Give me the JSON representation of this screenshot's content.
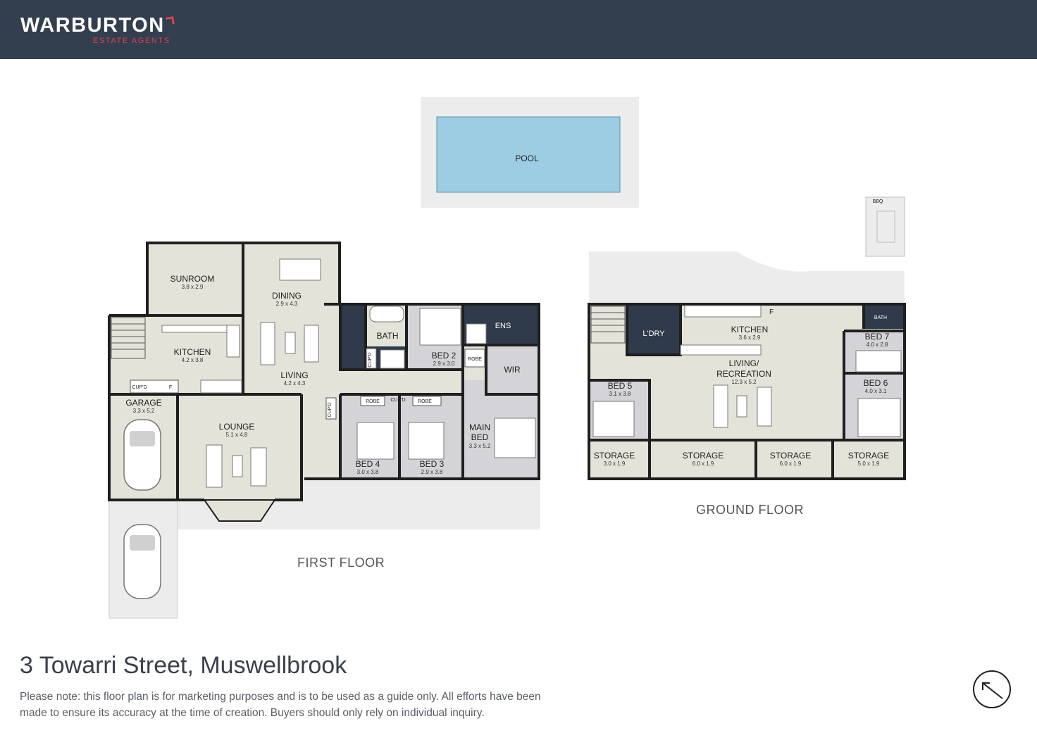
{
  "header": {
    "brand": "WARBURTON",
    "brand_sub": "ESTATE AGENTS",
    "background": "#333f4f",
    "accent": "#d9424f"
  },
  "colors": {
    "room_fill": "#e3e3da",
    "room_fill_grey": "#d4d4d8",
    "wet_area": "#2f3a4b",
    "wall": "#1f1f1f",
    "outdoor": "#ececec",
    "pool": "#9ccde3"
  },
  "pool": {
    "label": "POOL"
  },
  "first_floor": {
    "label": "FIRST FLOOR",
    "rooms": [
      {
        "name": "SUNROOM",
        "dims": "3.8 x 2.9"
      },
      {
        "name": "DINING",
        "dims": "2.9 x 4.3"
      },
      {
        "name": "KITCHEN",
        "dims": "4.2 x 3.8"
      },
      {
        "name": "LIVING",
        "dims": "4.2 x 4.3"
      },
      {
        "name": "BATH",
        "dims": ""
      },
      {
        "name": "BED 2",
        "dims": "2.9 x 3.0"
      },
      {
        "name": "ENS",
        "dims": ""
      },
      {
        "name": "ROBE",
        "dims": ""
      },
      {
        "name": "WIR",
        "dims": ""
      },
      {
        "name": "GARAGE",
        "dims": "3.3 x 5.2"
      },
      {
        "name": "LOUNGE",
        "dims": "5.1 x 4.8"
      },
      {
        "name": "BED 4",
        "dims": "3.0 x 3.8"
      },
      {
        "name": "BED 3",
        "dims": "2.9 x 3.8"
      },
      {
        "name": "MAIN BED",
        "dims": "3.3 x 5.2"
      }
    ],
    "small_labels": [
      "CUP'D",
      "F",
      "CUP'D",
      "ROBE",
      "CUP'D",
      "ROBE",
      "CUP'D"
    ]
  },
  "ground_floor": {
    "label": "GROUND FLOOR",
    "rooms": [
      {
        "name": "L'DRY",
        "dims": ""
      },
      {
        "name": "KITCHEN",
        "dims": "3.6 x 2.9"
      },
      {
        "name": "LIVING/",
        "dims": ""
      },
      {
        "name": "RECREATION",
        "dims": "12.3 x 5.2"
      },
      {
        "name": "BED 7",
        "dims": "4.0 x 2.8"
      },
      {
        "name": "BED 6",
        "dims": "4.0 x 3.1"
      },
      {
        "name": "BED 5",
        "dims": "3.1 x 3.8"
      },
      {
        "name": "STORAGE",
        "dims": "3.0 x 1.9"
      },
      {
        "name": "STORAGE",
        "dims": "6.0 x 1.9"
      },
      {
        "name": "STORAGE",
        "dims": "6.0 x 1.9"
      },
      {
        "name": "STORAGE",
        "dims": "5.0 x 1.9"
      },
      {
        "name": "BATH",
        "dims": ""
      }
    ],
    "small_labels": [
      "F",
      "BBQ"
    ]
  },
  "footer": {
    "address": "3 Towarri Street, Muswellbrook",
    "disclaimer": "Please note: this floor plan is for marketing purposes and is to be used as a guide only. All efforts have been made to ensure its accuracy at the time of creation. Buyers should only rely on individual inquiry."
  },
  "compass": {
    "icon": "north-arrow-icon"
  }
}
